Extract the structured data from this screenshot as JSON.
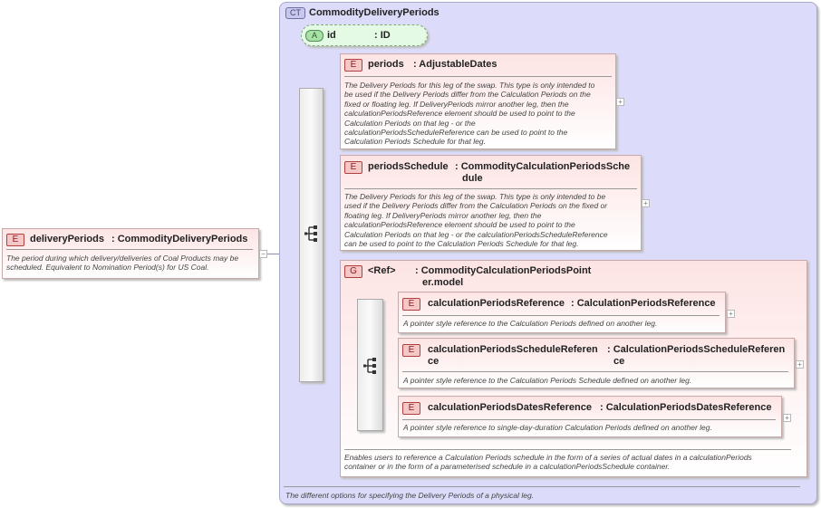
{
  "root": {
    "tag": "E",
    "name": "deliveryPeriods",
    "type": ": CommodityDeliveryPeriods",
    "doc": "The period during which delivery/deliveries of Coal Products may be scheduled. Equivalent to Nomination Period(s) for US Coal."
  },
  "complex_type": {
    "tag": "CT",
    "name": "CommodityDeliveryPeriods",
    "doc": "The different options for specifying the Delivery Periods of a physical leg."
  },
  "attribute": {
    "tag": "A",
    "name": "id",
    "type": ": ID"
  },
  "periods": {
    "tag": "E",
    "name": "periods",
    "type": ": AdjustableDates",
    "doc_lines": [
      "The Delivery Periods for this leg of the swap. This type is only intended to",
      "be used if the Delivery Periods differ from the Calculation Periods on the",
      "fixed or floating leg. If DeliveryPeriods mirror another leg, then the",
      "calculationPeriodsReference element should be used to point to the",
      "Calculation Periods on that leg - or the",
      "calculationPeriodsScheduleReference can be used to point to the",
      "Calculation Periods Schedule for that leg."
    ]
  },
  "periods_schedule": {
    "tag": "E",
    "name": "periodsSchedule",
    "type_lines": [
      ": CommodityCalculationPeriodsSche",
      "dule"
    ],
    "doc_lines": [
      "The Delivery Periods for this leg of the swap. This type is only intended to be",
      "used if the Delivery Periods differ from the Calculation Periods on the fixed or",
      "floating leg. If DeliveryPeriods mirror another leg, then the",
      "calculationPeriodsReference element should be used to point to the",
      "Calculation Periods on that leg - or the calculationPeriodsScheduleReference",
      "can be used to point to the Calculation Periods Schedule for that leg."
    ]
  },
  "group": {
    "tag": "G",
    "name": "<Ref>",
    "type_lines": [
      ": CommodityCalculationPeriodsPoint",
      "er.model"
    ],
    "doc_lines": [
      "Enables users to reference a Calculation Periods schedule in the form of a series of actual dates in a calculationPeriods",
      "container or in the form of a parameterised schedule in a calculationPeriodsSchedule container."
    ]
  },
  "calc_ref": {
    "tag": "E",
    "name": "calculationPeriodsReference",
    "type": ": CalculationPeriodsReference",
    "doc": "A pointer style reference to the Calculation Periods defined on another leg."
  },
  "calc_sched_ref": {
    "tag": "E",
    "name_lines": [
      "calculationPeriodsScheduleReferen",
      "ce"
    ],
    "type_lines": [
      ": CalculationPeriodsScheduleReferen",
      "ce"
    ],
    "doc": "A pointer style reference to the Calculation Periods Schedule defined on another leg."
  },
  "calc_dates_ref": {
    "tag": "E",
    "name": "calculationPeriodsDatesReference",
    "type": ": CalculationPeriodsDatesReference",
    "doc": "A pointer style reference to single-day-duration Calculation Periods defined on another leg."
  },
  "expand_symbol": "+",
  "collapse_symbol": "−"
}
